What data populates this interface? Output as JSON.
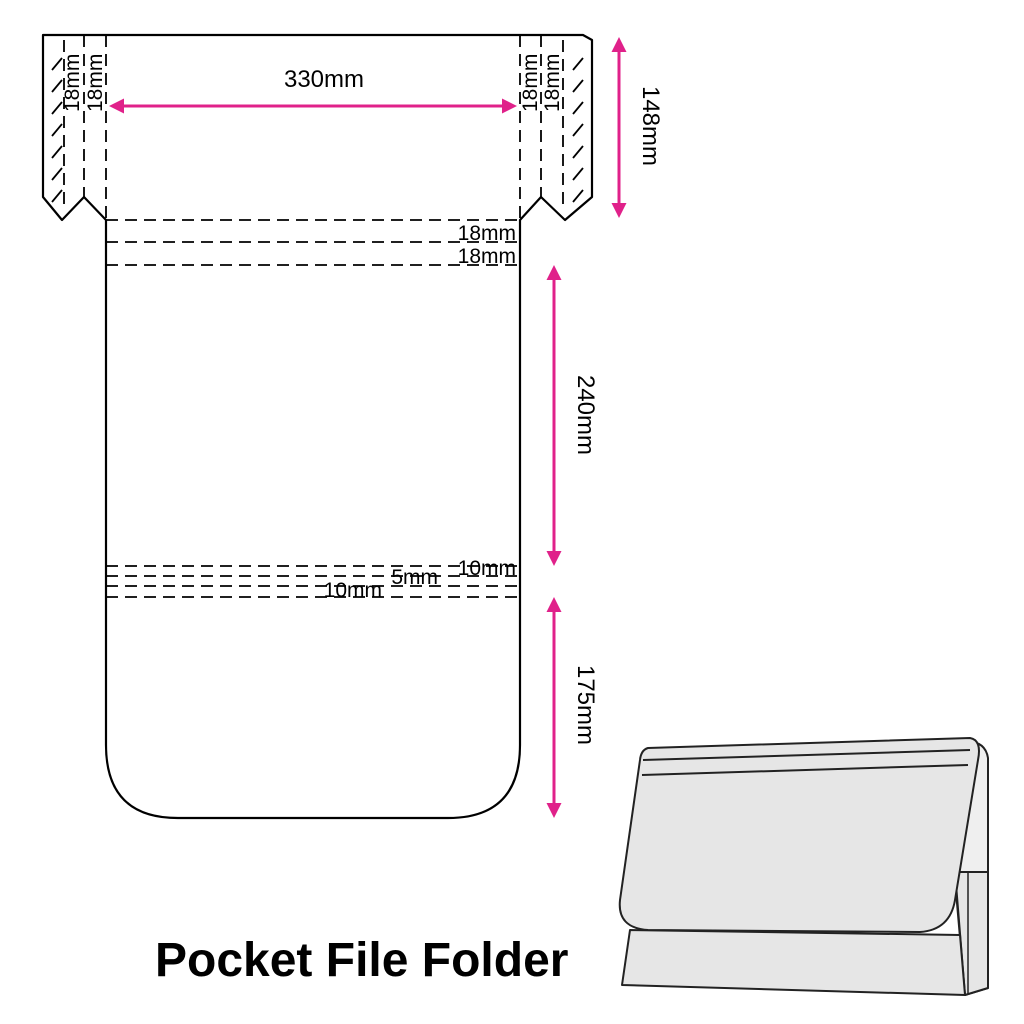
{
  "diagram": {
    "title": "Pocket File Folder",
    "dimensions": {
      "width": "330mm",
      "flap_height": "148mm",
      "back_height": "240mm",
      "pocket_height": "175mm",
      "side_tab_1": "18mm",
      "side_tab_2": "18mm",
      "side_tab_3": "18mm",
      "side_tab_4": "18mm",
      "spine_1": "18mm",
      "spine_2": "18mm",
      "bottom_fold_1": "10mm",
      "bottom_fold_2": "5mm",
      "bottom_fold_3": "10mm"
    },
    "colors": {
      "dimension_arrow": "#e0218a",
      "outline": "#000000",
      "folder_fill": "#e6e6e6"
    }
  }
}
